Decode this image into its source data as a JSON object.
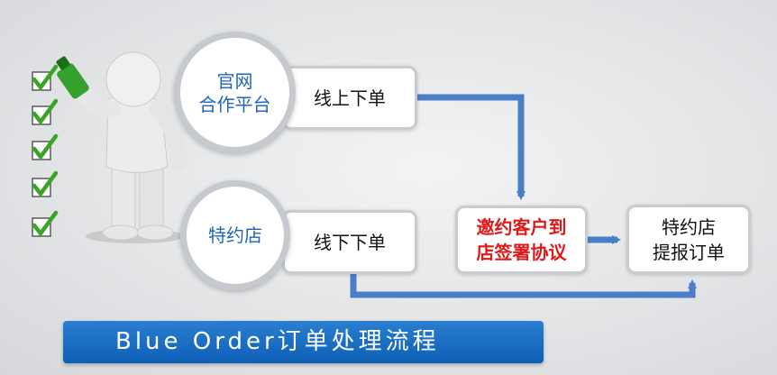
{
  "nodes": {
    "official_platform": {
      "lines": [
        "官网",
        "合作平台"
      ]
    },
    "special_store": {
      "lines": [
        "特约店"
      ]
    },
    "online_order": {
      "lines": [
        "线上下单"
      ]
    },
    "offline_order": {
      "lines": [
        "线下下单"
      ]
    },
    "invite_sign": {
      "lines": [
        "邀约客户到",
        "店签署协议"
      ]
    },
    "store_report": {
      "lines": [
        "特约店",
        "提报订单"
      ]
    }
  },
  "banner": {
    "text": "Blue Order订单处理流程"
  },
  "colors": {
    "accent_blue": "#1f67b6",
    "arrow_blue": "#4a7fc7",
    "highlight_red": "#e01818",
    "check_green": "#3aa427",
    "banner_blue": "#0d5fb5"
  },
  "icons": [
    "person-figure-icon",
    "checkmark-icon",
    "green-marker-icon"
  ]
}
